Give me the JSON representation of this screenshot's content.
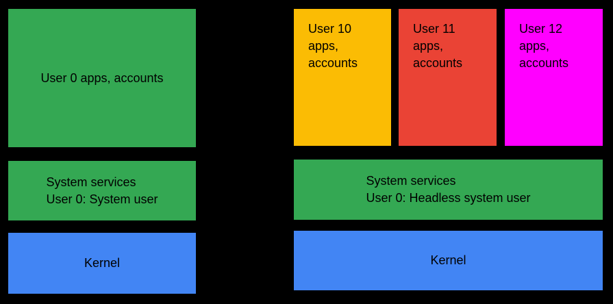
{
  "colors": {
    "background": "#000000",
    "green": "#34A853",
    "blue": "#4285F4",
    "yellow": "#FBBC04",
    "red": "#EA4335",
    "magenta": "#FF00FF",
    "text": "#000000"
  },
  "left_system": {
    "user_apps_label": "User 0 apps, accounts",
    "system_services_lines": [
      "System services",
      "User 0: System user"
    ],
    "kernel_label": "Kernel"
  },
  "right_system": {
    "user_boxes": [
      {
        "lines": [
          "User 10",
          "apps,",
          "accounts"
        ]
      },
      {
        "lines": [
          "User 11",
          "apps,",
          "accounts"
        ]
      },
      {
        "lines": [
          "User 12",
          "apps,",
          "accounts"
        ]
      }
    ],
    "system_services_lines": [
      "System services",
      "User 0: Headless system user"
    ],
    "kernel_label": "Kernel"
  }
}
